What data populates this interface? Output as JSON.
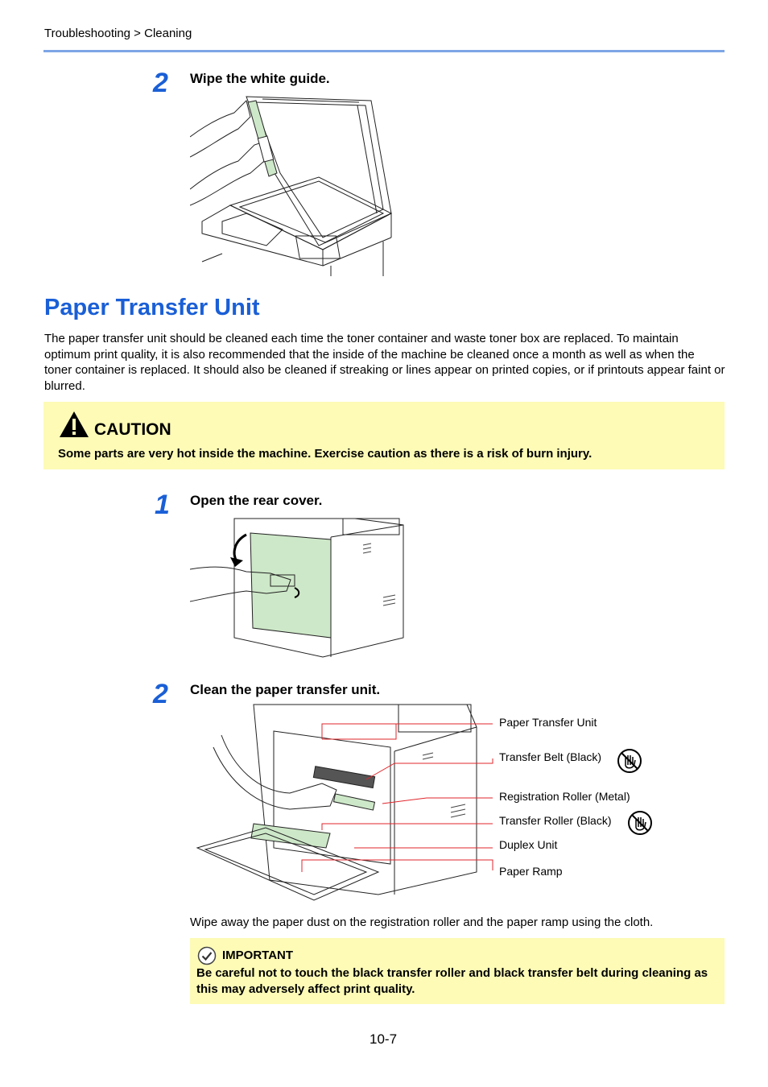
{
  "header": {
    "breadcrumb": "Troubleshooting > Cleaning"
  },
  "step_a": {
    "number": "2",
    "title": "Wipe the white guide."
  },
  "section": {
    "title": "Paper Transfer Unit",
    "body": "The paper transfer unit should be cleaned each time the toner container and waste toner box are replaced. To maintain optimum print quality, it is also recommended that the inside of the machine be cleaned once a month as well as when the toner container is replaced. It should also be cleaned if streaking or lines appear on printed copies, or if printouts appear faint or blurred."
  },
  "caution": {
    "title": "CAUTION",
    "text": "Some parts are very hot inside the machine. Exercise caution as there is a risk of burn injury."
  },
  "step_b": {
    "number": "1",
    "title": "Open the rear cover."
  },
  "step_c": {
    "number": "2",
    "title": "Clean the paper transfer unit."
  },
  "callouts": {
    "paper_transfer_unit": "Paper Transfer Unit",
    "transfer_belt": "Transfer Belt (Black)",
    "registration_roller": "Registration Roller (Metal)",
    "transfer_roller": "Transfer Roller (Black)",
    "duplex_unit": "Duplex Unit",
    "paper_ramp": "Paper Ramp"
  },
  "wipe_text": "Wipe away the paper dust on the registration roller and the paper ramp using the cloth.",
  "important": {
    "title": "IMPORTANT",
    "text": "Be careful not to touch the black transfer roller and black transfer belt during cleaning as this may adversely affect print quality."
  },
  "footer": {
    "page_number": "10-7"
  },
  "colors": {
    "accent": "#1a5fd6",
    "note_bg": "#fdfbb6",
    "callout_line": "#e0262b",
    "cover_green": "#cde8c8"
  }
}
